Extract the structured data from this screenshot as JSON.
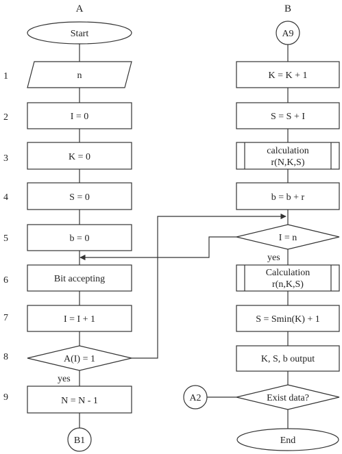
{
  "columns": {
    "a": "A",
    "b": "B"
  },
  "row_numbers": [
    "1",
    "2",
    "3",
    "4",
    "5",
    "6",
    "7",
    "8",
    "9"
  ],
  "column_a": {
    "start": "Start",
    "input_n": "n",
    "i_zero": "I = 0",
    "k_zero": "K = 0",
    "s_zero": "S = 0",
    "b_zero": "b = 0",
    "bit_accepting": "Bit accepting",
    "i_inc": "I = I + 1",
    "decision": "A(I) = 1",
    "yes": "yes",
    "n_dec": "N = N - 1",
    "connector": "B1"
  },
  "column_b": {
    "connector_in": "A9",
    "k_inc": "K = K + 1",
    "s_inc": "S = S + I",
    "calc1_line1": "calculation",
    "calc1_line2": "r(N,K,S)",
    "b_update": "b = b + r",
    "decision_i": "I = n",
    "yes": "yes",
    "calc2_line1": "Calculation",
    "calc2_line2": "r(n,K,S)",
    "s_min": "S = Smin(K) + 1",
    "output": "K, S, b output",
    "decision_data": "Exist data?",
    "connector_a2": "A2",
    "end": "End"
  }
}
